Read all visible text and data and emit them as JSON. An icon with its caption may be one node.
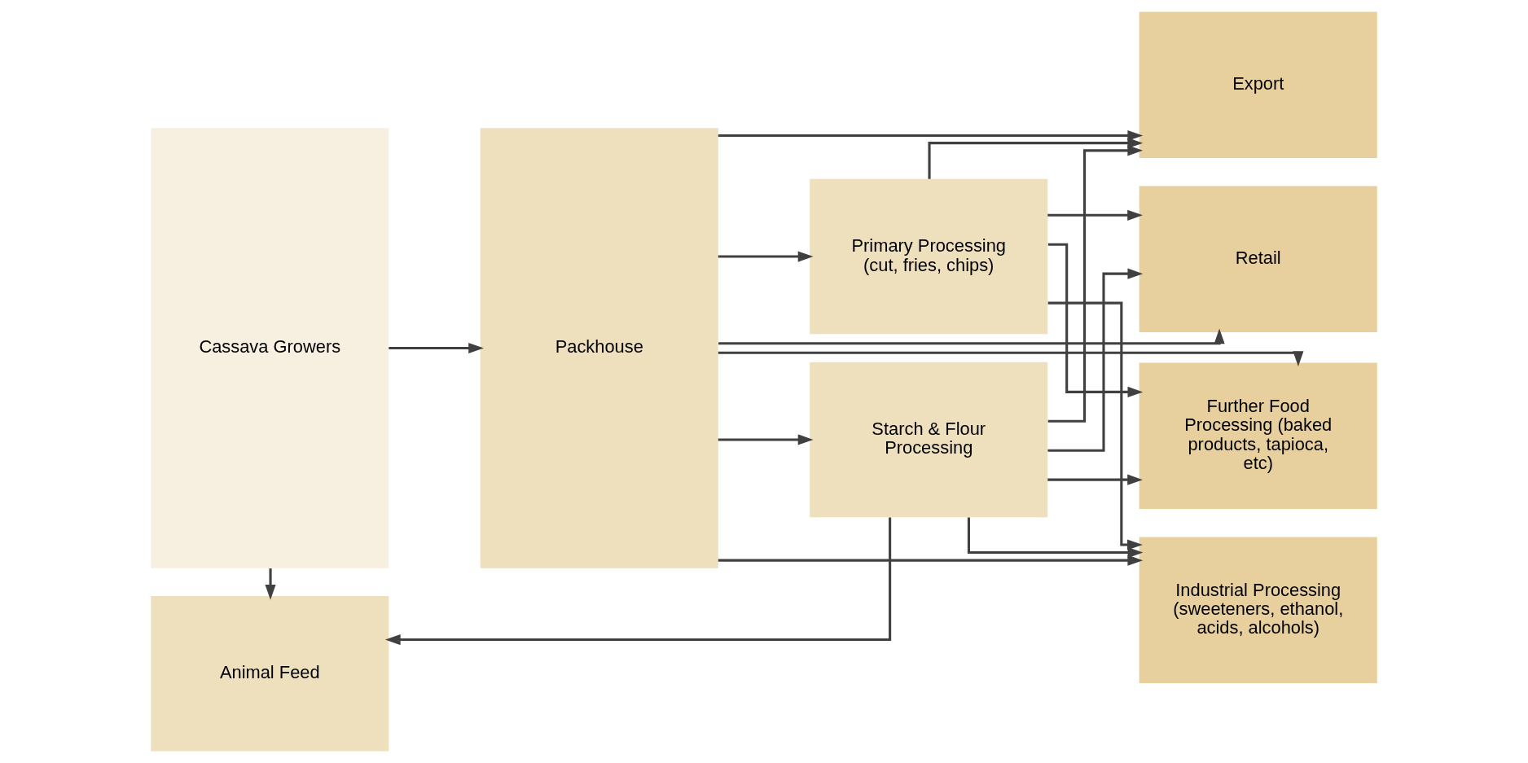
{
  "diagram": {
    "nodes": [
      {
        "text": [
          "Cassava Growers"
        ]
      },
      {
        "text": [
          "Packhouse"
        ]
      },
      {
        "text": [
          "Primary Processing (cut, fries, chips)"
        ]
      },
      {
        "text": [
          "Starch & Flour Processing"
        ]
      },
      {
        "text": [
          "Export"
        ]
      },
      {
        "text": [
          "Retail"
        ]
      },
      {
        "text": [
          "Further Food Processing (baked products, tapioca, etc)"
        ]
      },
      {
        "text": [
          "Industrial Processing (sweeteners, ethanol, acids, alcohols)"
        ]
      },
      {
        "text": [
          "Animal Feed"
        ]
      }
    ],
    "edges": [
      {
        "from": 0,
        "to": 1,
        "arrow": "to"
      },
      {
        "from": 0,
        "to": 8,
        "arrow": "to"
      },
      {
        "from": 1,
        "to": 2,
        "arrow": "to"
      },
      {
        "from": 1,
        "to": 3,
        "arrow": "to"
      },
      {
        "from": 1,
        "to": 4,
        "arrow": "to"
      },
      {
        "from": 1,
        "to": 5,
        "arrow": "to"
      },
      {
        "from": 1,
        "to": 6,
        "arrow": "to"
      },
      {
        "from": 1,
        "to": 7,
        "arrow": "to"
      },
      {
        "from": 2,
        "to": 4,
        "arrow": "to"
      },
      {
        "from": 2,
        "to": 5,
        "arrow": "to"
      },
      {
        "from": 2,
        "to": 6,
        "arrow": "to"
      },
      {
        "from": 2,
        "to": 7,
        "arrow": "to"
      },
      {
        "from": 3,
        "to": 4,
        "arrow": "to"
      },
      {
        "from": 3,
        "to": 5,
        "arrow": "to"
      },
      {
        "from": 3,
        "to": 6,
        "arrow": "to"
      },
      {
        "from": 3,
        "to": 7,
        "arrow": "to"
      },
      {
        "from": 3,
        "to": 8,
        "arrow": "to"
      }
    ]
  }
}
